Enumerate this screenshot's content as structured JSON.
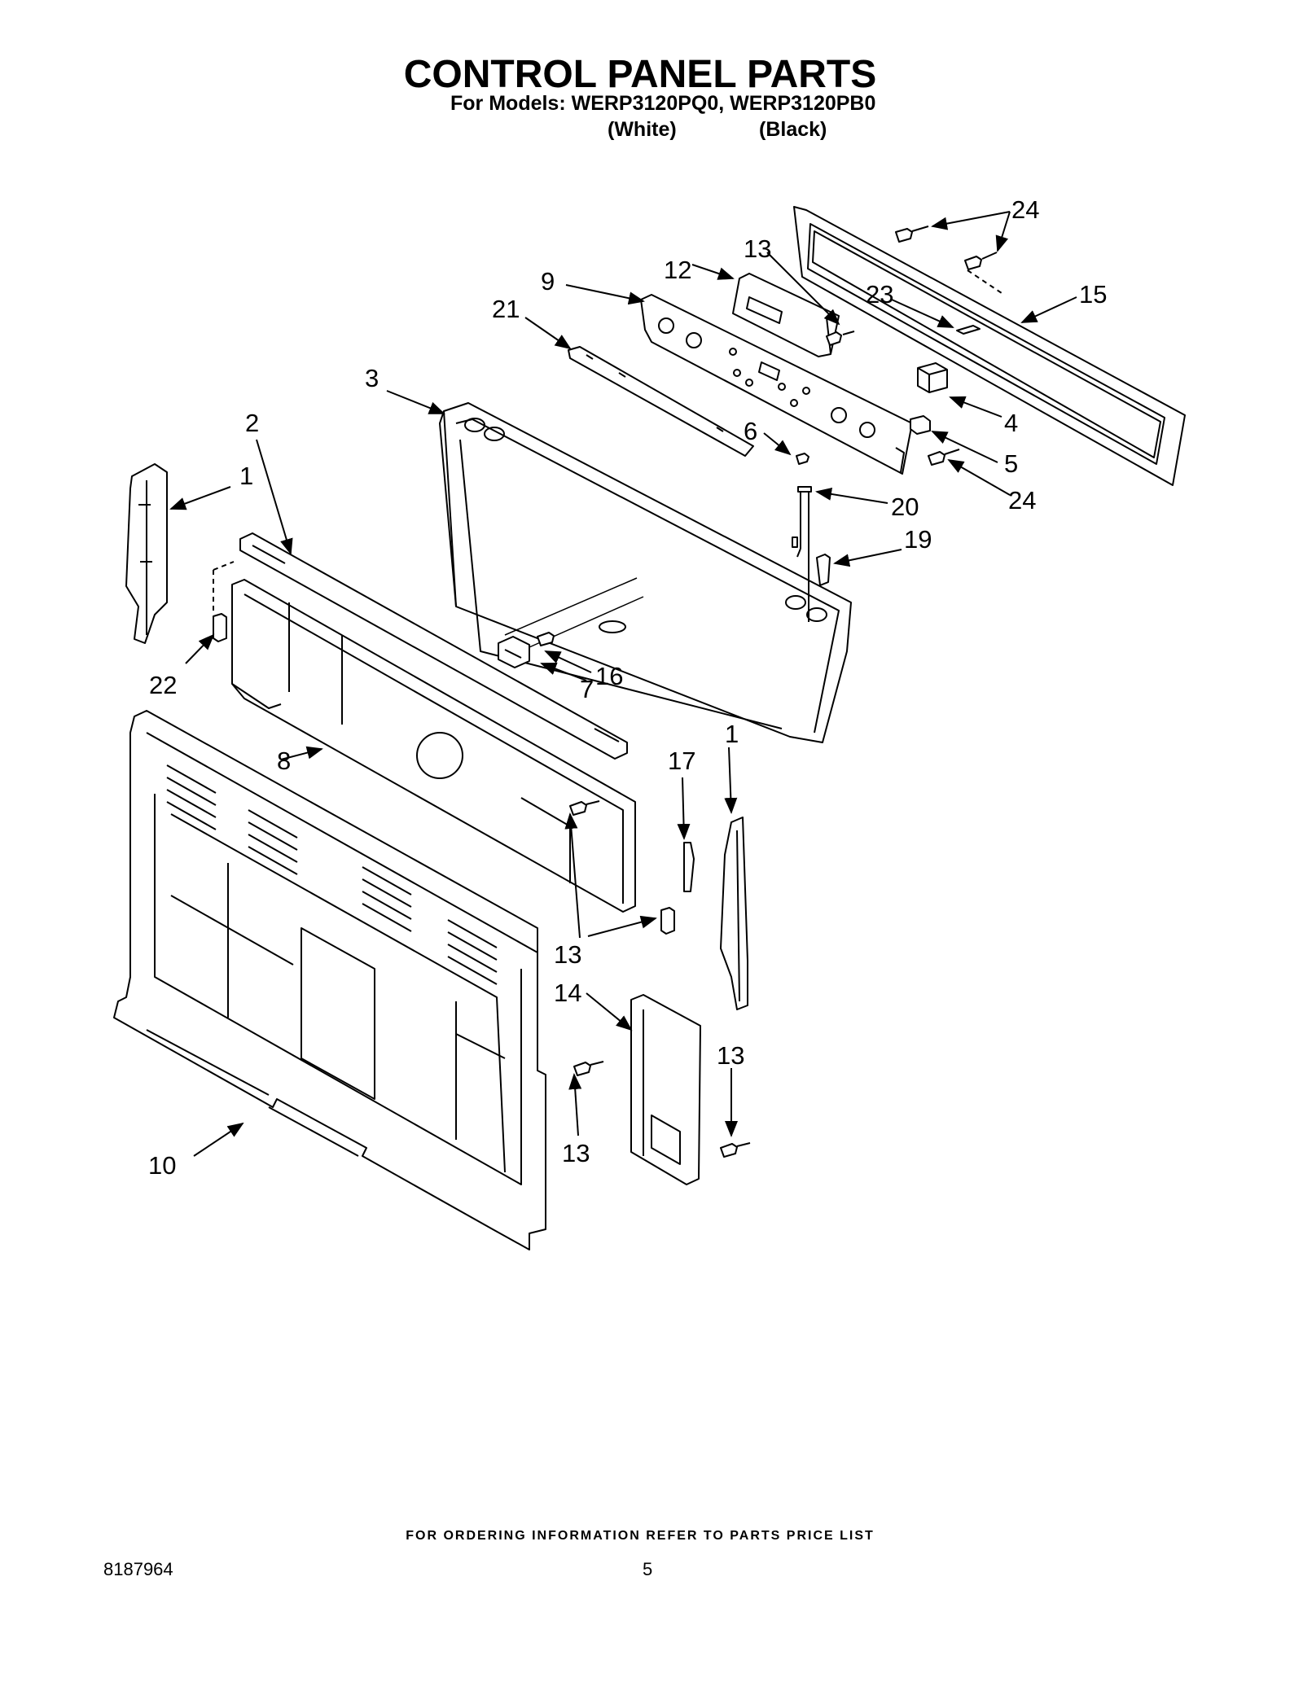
{
  "header": {
    "title": "CONTROL PANEL PARTS",
    "models_line": "For Models: WERP3120PQ0, WERP3120PB0",
    "variant_white": "(White)",
    "variant_black": "(Black)"
  },
  "callouts": {
    "c24a": "24",
    "c13a": "13",
    "c12": "12",
    "c9": "9",
    "c23": "23",
    "c15": "15",
    "c21": "21",
    "c3": "3",
    "c4": "4",
    "c6": "6",
    "c5": "5",
    "c24b": "24",
    "c2": "2",
    "c1a": "1",
    "c20": "20",
    "c19": "19",
    "c22": "22",
    "c16": "16",
    "c7": "7",
    "c8": "8",
    "c17": "17",
    "c1b": "1",
    "c13b": "13",
    "c14": "14",
    "c13c": "13",
    "c10": "10",
    "c13d": "13"
  },
  "footer": {
    "ordering_note": "FOR ORDERING INFORMATION REFER TO PARTS PRICE LIST",
    "document_number": "8187964",
    "page_number": "5"
  }
}
